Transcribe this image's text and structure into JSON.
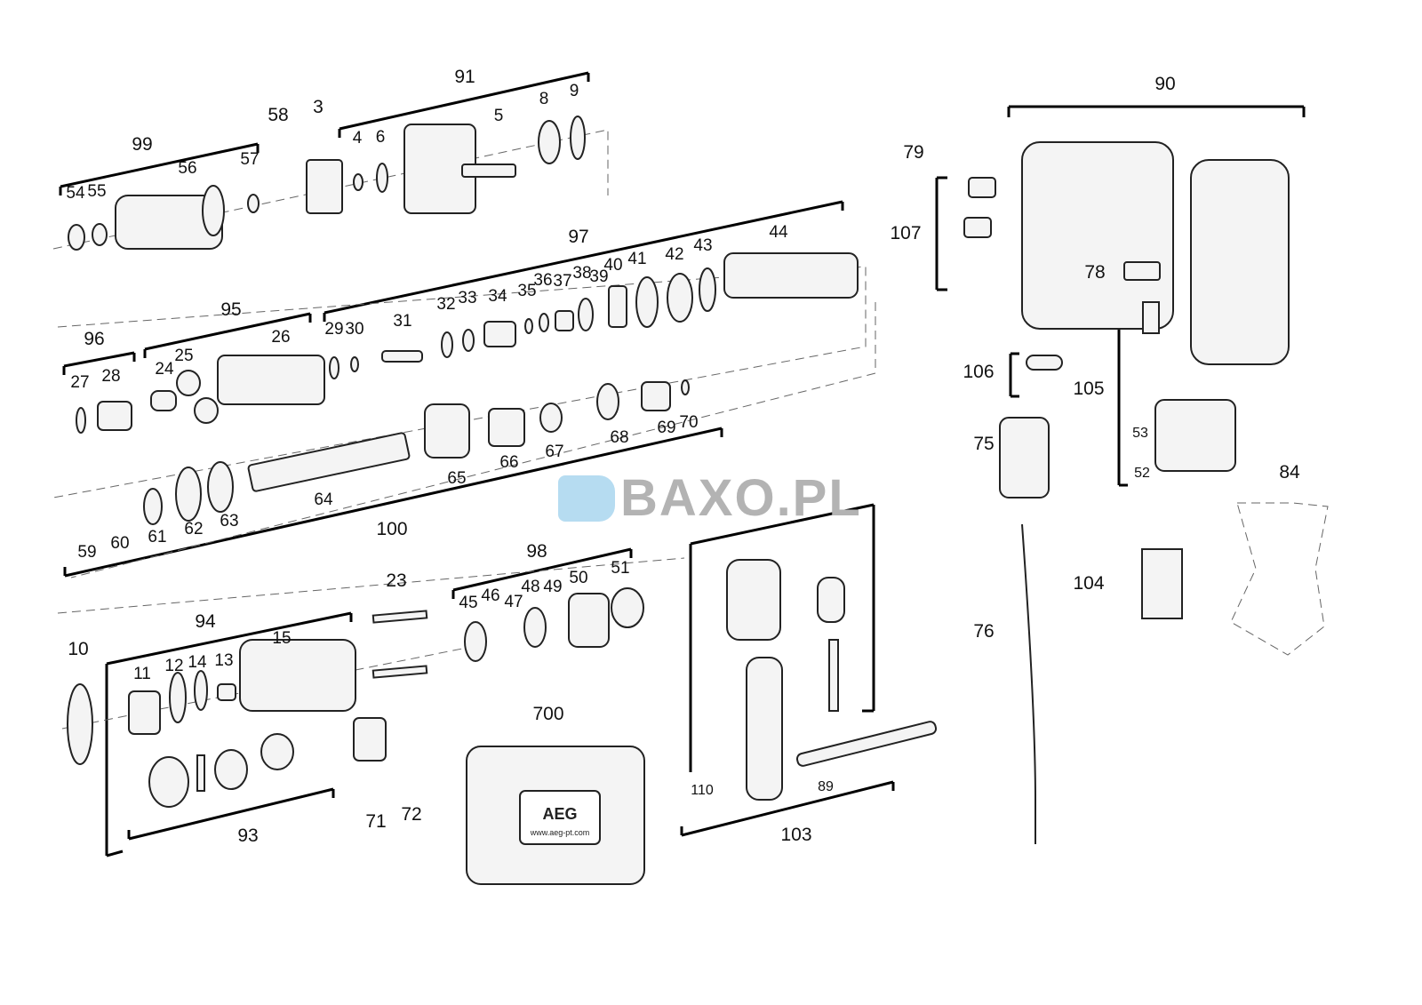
{
  "watermark": "BAXO.PL",
  "labels": [
    "99",
    "54",
    "55",
    "56",
    "57",
    "58",
    "3",
    "91",
    "4",
    "6",
    "5",
    "8",
    "9",
    "97",
    "44",
    "43",
    "42",
    "41",
    "40",
    "39",
    "38",
    "37",
    "36",
    "35",
    "34",
    "33",
    "32",
    "31",
    "30",
    "29",
    "95",
    "26",
    "25",
    "24",
    "96",
    "27",
    "28",
    "70",
    "69",
    "68",
    "67",
    "66",
    "65",
    "64",
    "63",
    "62",
    "61",
    "60",
    "59",
    "100",
    "98",
    "51",
    "50",
    "49",
    "48",
    "47",
    "46",
    "45",
    "23",
    "94",
    "15",
    "13",
    "14",
    "12",
    "11",
    "10",
    "93",
    "71",
    "72",
    "700",
    "110",
    "89",
    "103",
    "90",
    "79",
    "107",
    "78",
    "106",
    "105",
    "75",
    "53",
    "52",
    "84",
    "104",
    "76"
  ],
  "case_brand": "AEG",
  "case_url": "www.aeg-pt.com"
}
